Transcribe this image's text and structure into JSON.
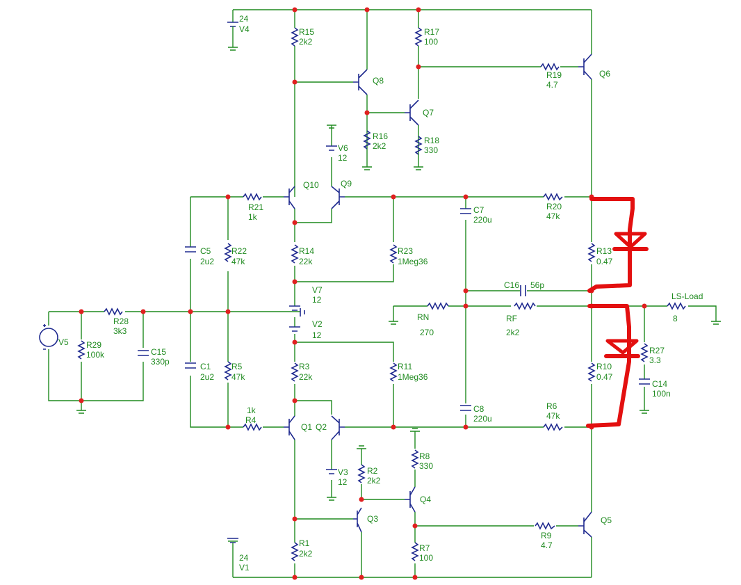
{
  "title": "",
  "colors": {
    "wire": "#1f8a1f",
    "component": "#1f2a8f",
    "junction": "#e02020",
    "annotation": "#e31010"
  },
  "components": {
    "V4": {
      "ref": "V4",
      "value": "24"
    },
    "V1": {
      "ref": "V1",
      "value": "24"
    },
    "V5": {
      "ref": "V5",
      "value": ""
    },
    "V6": {
      "ref": "V6",
      "value": "12"
    },
    "V7": {
      "ref": "V7",
      "value": "12"
    },
    "V2": {
      "ref": "V2",
      "value": "12"
    },
    "V3": {
      "ref": "V3",
      "value": "12"
    },
    "R15": {
      "ref": "R15",
      "value": "2k2"
    },
    "R17": {
      "ref": "R17",
      "value": "100"
    },
    "R19": {
      "ref": "R19",
      "value": "4.7"
    },
    "R16": {
      "ref": "R16",
      "value": "2k2"
    },
    "R18": {
      "ref": "R18",
      "value": "330"
    },
    "R21": {
      "ref": "R21",
      "value": "1k"
    },
    "R20": {
      "ref": "R20",
      "value": "47k"
    },
    "R22": {
      "ref": "R22",
      "value": "47k"
    },
    "R14": {
      "ref": "R14",
      "value": "22k"
    },
    "R23": {
      "ref": "R23",
      "value": "1Meg36"
    },
    "R13": {
      "ref": "R13",
      "value": "0.47"
    },
    "RN": {
      "ref": "RN",
      "value": "270"
    },
    "RF": {
      "ref": "RF",
      "value": "2k2"
    },
    "LS": {
      "ref": "LS-Load",
      "value": "8"
    },
    "R28": {
      "ref": "R28",
      "value": "3k3"
    },
    "R29": {
      "ref": "R29",
      "value": "100k"
    },
    "R5": {
      "ref": "R5",
      "value": "47k"
    },
    "R3": {
      "ref": "R3",
      "value": "22k"
    },
    "R11": {
      "ref": "R11",
      "value": "1Meg36"
    },
    "R10": {
      "ref": "R10",
      "value": "0.47"
    },
    "R27": {
      "ref": "R27",
      "value": "3.3"
    },
    "R4": {
      "ref": "R4",
      "value": "1k"
    },
    "R6": {
      "ref": "R6",
      "value": "47k"
    },
    "R2": {
      "ref": "R2",
      "value": "2k2"
    },
    "R8": {
      "ref": "R8",
      "value": "330"
    },
    "R9": {
      "ref": "R9",
      "value": "4.7"
    },
    "R1": {
      "ref": "R1",
      "value": "2k2"
    },
    "R7": {
      "ref": "R7",
      "value": "100"
    },
    "C5": {
      "ref": "C5",
      "value": "2u2"
    },
    "C1": {
      "ref": "C1",
      "value": "2u2"
    },
    "C15": {
      "ref": "C15",
      "value": "330p"
    },
    "C7": {
      "ref": "C7",
      "value": "220u"
    },
    "C8": {
      "ref": "C8",
      "value": "220u"
    },
    "C16": {
      "ref": "C16",
      "value": "56p"
    },
    "C14": {
      "ref": "C14",
      "value": "100n"
    },
    "Q1": "Q1",
    "Q2": "Q2",
    "Q3": "Q3",
    "Q4": "Q4",
    "Q5": "Q5",
    "Q6": "Q6",
    "Q7": "Q7",
    "Q8": "Q8",
    "Q9": "Q9",
    "Q10": "Q10"
  }
}
